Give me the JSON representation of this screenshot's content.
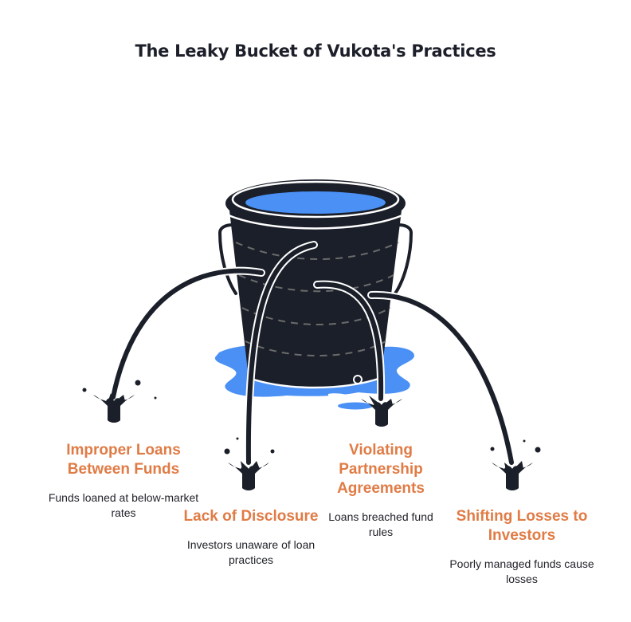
{
  "title": "The Leaky Bucket of Vukota's Practices",
  "colors": {
    "accent": "#e07b45",
    "bucket": "#1b1f29",
    "water": "#4a90f5",
    "text": "#1f2128"
  },
  "icons": [
    "leaky-bucket-icon",
    "water-puddle-icon",
    "splash-icon"
  ],
  "items": [
    {
      "heading": "Improper Loans Between Funds",
      "description": "Funds loaned at below-market rates"
    },
    {
      "heading": "Lack of Disclosure",
      "description": "Investors unaware of loan practices"
    },
    {
      "heading": "Violating Partnership Agreements",
      "description": "Loans breached fund rules"
    },
    {
      "heading": "Shifting Losses to Investors",
      "description": "Poorly managed funds cause losses"
    }
  ]
}
